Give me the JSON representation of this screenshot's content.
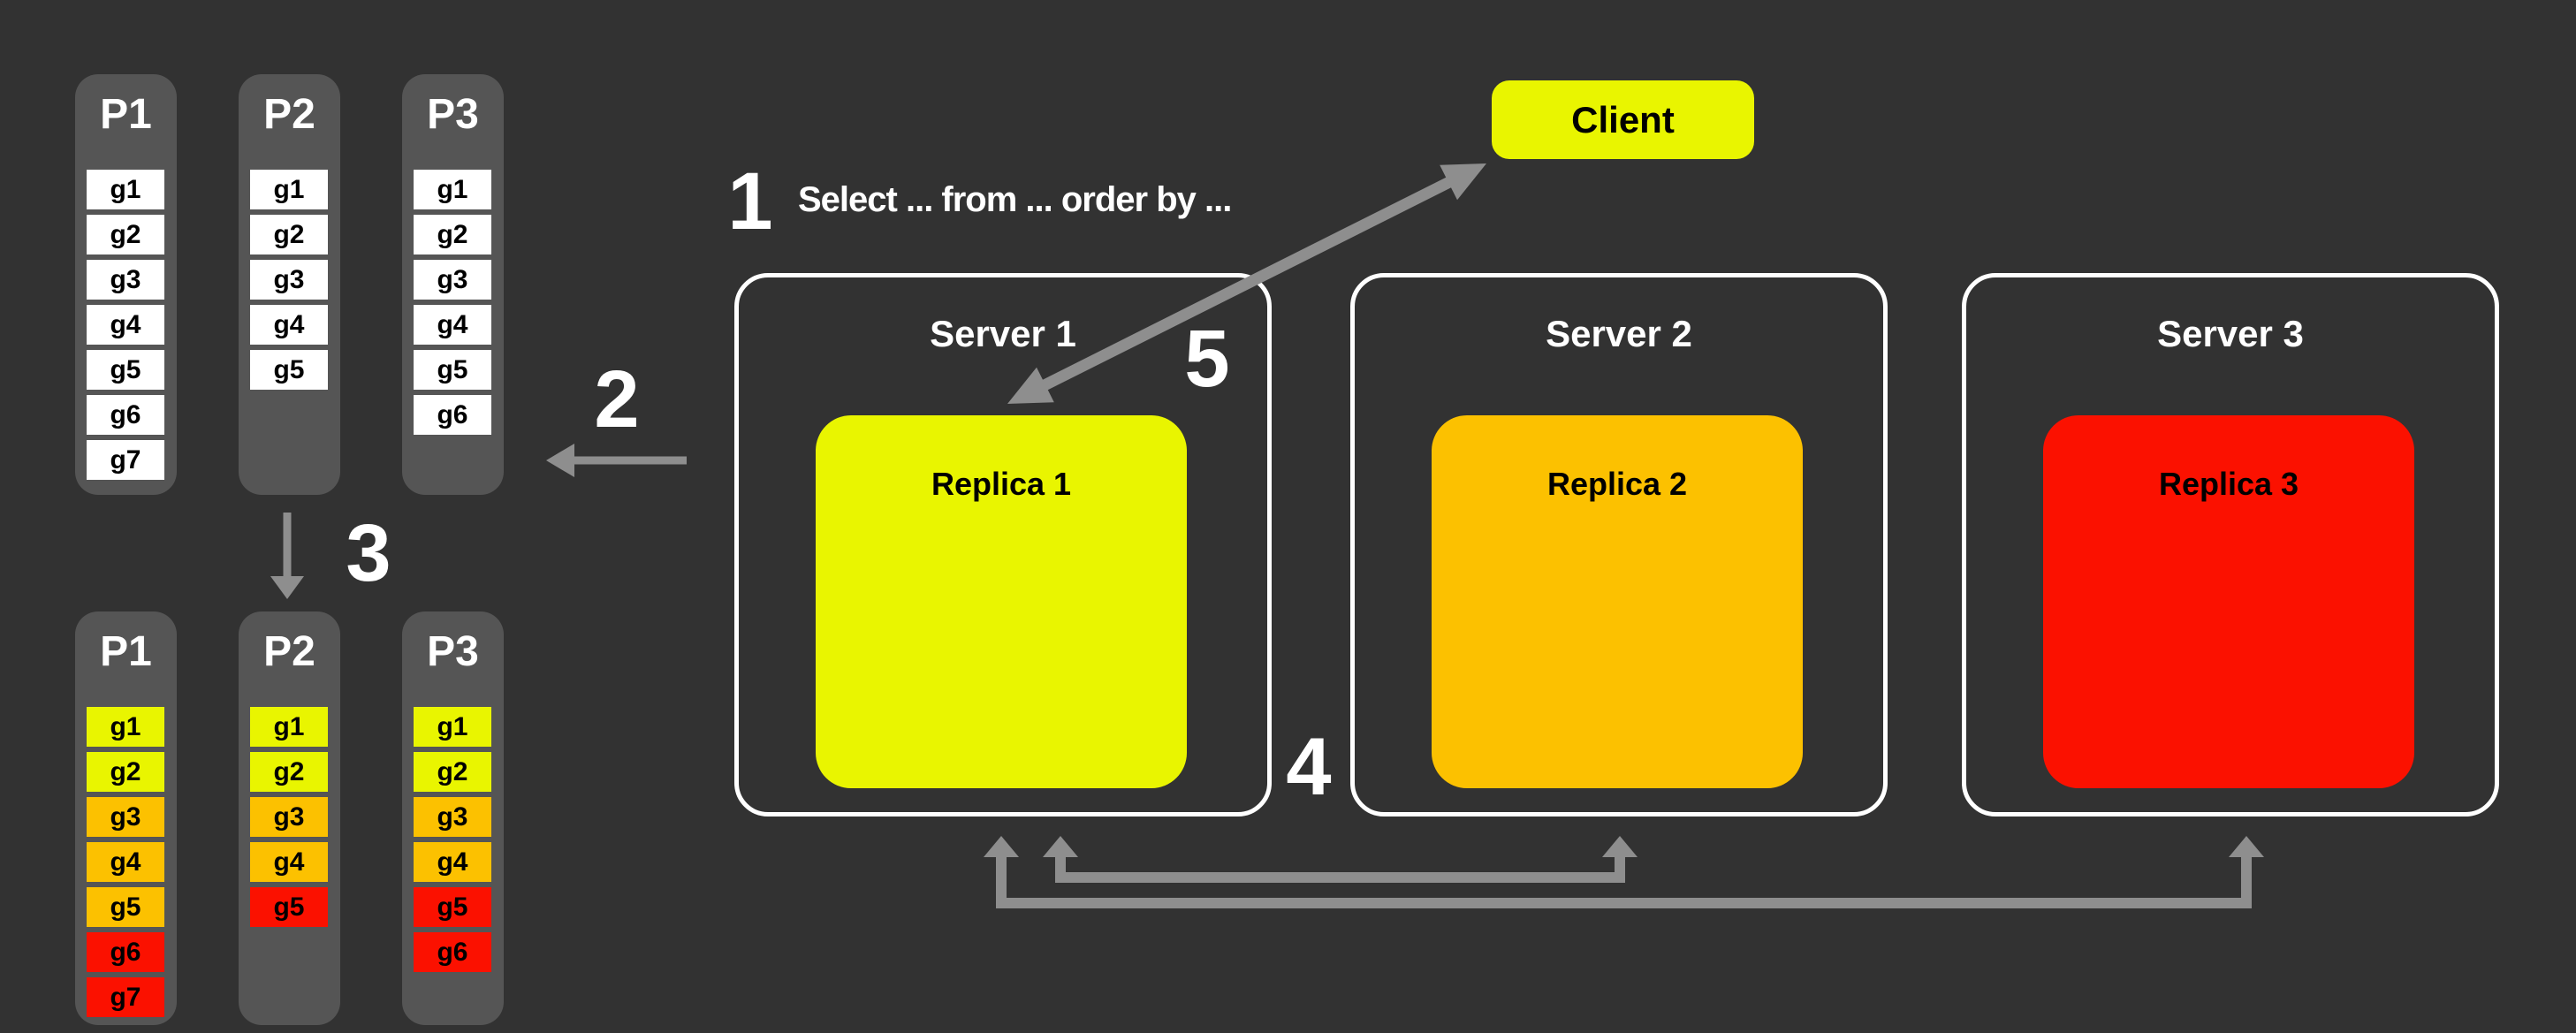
{
  "colors": {
    "background": "#323232",
    "panel": "#555555",
    "white": "#FFFFFF",
    "yellow": "#E9F500",
    "orange": "#FCC100",
    "red": "#FB1100",
    "arrow": "#8E8E8E",
    "server_border": "#FFFFFF"
  },
  "steps": {
    "s1": {
      "num": "1",
      "text": "Select ... from ... order by ..."
    },
    "s2": {
      "num": "2"
    },
    "s3": {
      "num": "3"
    },
    "s4": {
      "num": "4"
    },
    "s5": {
      "num": "5"
    }
  },
  "client": {
    "label": "Client"
  },
  "servers": [
    {
      "name": "Server 1",
      "replica": {
        "label": "Replica 1",
        "color": "yellow"
      }
    },
    {
      "name": "Server 2",
      "replica": {
        "label": "Replica 2",
        "color": "orange"
      }
    },
    {
      "name": "Server 3",
      "replica": {
        "label": "Replica 3",
        "color": "red"
      }
    }
  ],
  "partitions_before": [
    {
      "name": "P1",
      "cells": [
        "g1",
        "g2",
        "g3",
        "g4",
        "g5",
        "g6",
        "g7"
      ]
    },
    {
      "name": "P2",
      "cells": [
        "g1",
        "g2",
        "g3",
        "g4",
        "g5"
      ]
    },
    {
      "name": "P3",
      "cells": [
        "g1",
        "g2",
        "g3",
        "g4",
        "g5",
        "g6"
      ]
    }
  ],
  "partitions_after": [
    {
      "name": "P1",
      "cells": [
        {
          "label": "g1",
          "color": "yellow"
        },
        {
          "label": "g2",
          "color": "yellow"
        },
        {
          "label": "g3",
          "color": "orange"
        },
        {
          "label": "g4",
          "color": "orange"
        },
        {
          "label": "g5",
          "color": "orange"
        },
        {
          "label": "g6",
          "color": "red"
        },
        {
          "label": "g7",
          "color": "red"
        }
      ]
    },
    {
      "name": "P2",
      "cells": [
        {
          "label": "g1",
          "color": "yellow"
        },
        {
          "label": "g2",
          "color": "yellow"
        },
        {
          "label": "g3",
          "color": "orange"
        },
        {
          "label": "g4",
          "color": "orange"
        },
        {
          "label": "g5",
          "color": "red"
        }
      ]
    },
    {
      "name": "P3",
      "cells": [
        {
          "label": "g1",
          "color": "yellow"
        },
        {
          "label": "g2",
          "color": "yellow"
        },
        {
          "label": "g3",
          "color": "orange"
        },
        {
          "label": "g4",
          "color": "orange"
        },
        {
          "label": "g5",
          "color": "red"
        },
        {
          "label": "g6",
          "color": "red"
        }
      ]
    }
  ]
}
